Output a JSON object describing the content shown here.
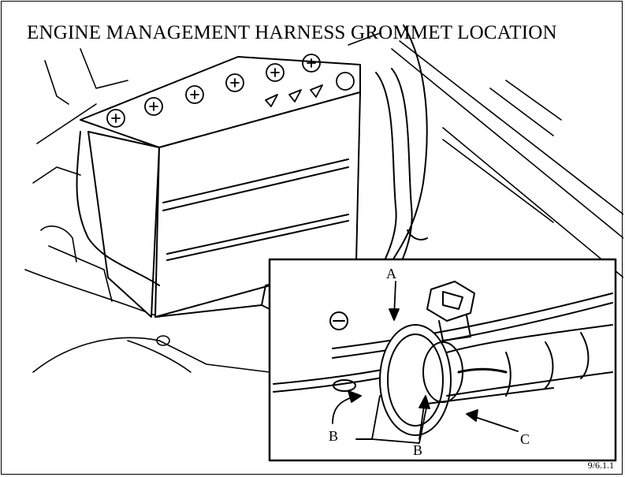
{
  "title": "ENGINE MANAGEMENT HARNESS GROMMET LOCATION",
  "figure_ref": "9/6.1.1",
  "callouts": {
    "a": "A",
    "b_left": "B",
    "b_center": "B",
    "c": "C"
  }
}
